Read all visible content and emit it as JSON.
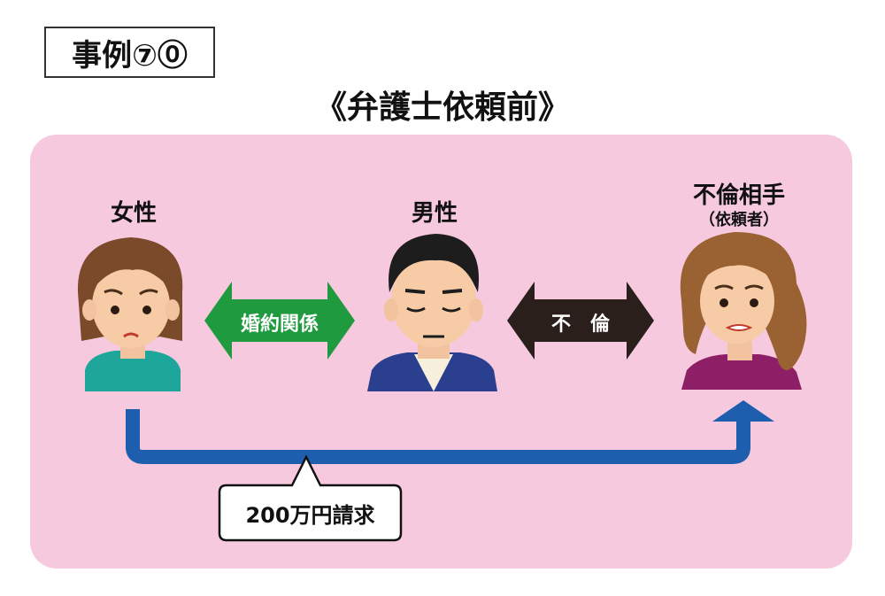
{
  "case_label": "事例⑦⓪",
  "title": "《弁護士依頼前》",
  "people": {
    "woman": {
      "label": "女性"
    },
    "man": {
      "label": "男性"
    },
    "affair_partner": {
      "label": "不倫相手",
      "sublabel": "（依頼者）"
    }
  },
  "relations": {
    "engagement": {
      "label": "婚約関係",
      "color": "#1f9a3f"
    },
    "affair": {
      "label": "不　倫",
      "color": "#2a1f1b"
    }
  },
  "claim": {
    "label": "200万円請求",
    "color": "#1d5fae"
  },
  "colors": {
    "panel": "#f6c9df"
  }
}
